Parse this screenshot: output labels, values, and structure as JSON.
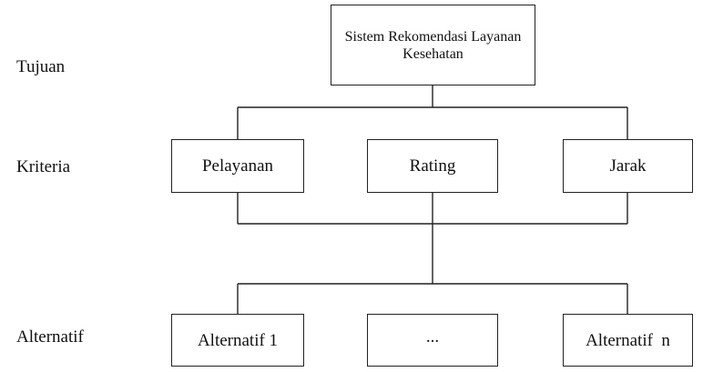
{
  "levels": {
    "goal_label": "Tujuan",
    "criteria_label": "Kriteria",
    "alternative_label": "Alternatif"
  },
  "goal": {
    "text": "Sistem Rekomendasi Layanan Kesehatan"
  },
  "criteria": [
    "Pelayanan",
    "Rating",
    "Jarak"
  ],
  "alternatives": [
    "Alternatif 1",
    "...",
    "Alternatif  n"
  ]
}
